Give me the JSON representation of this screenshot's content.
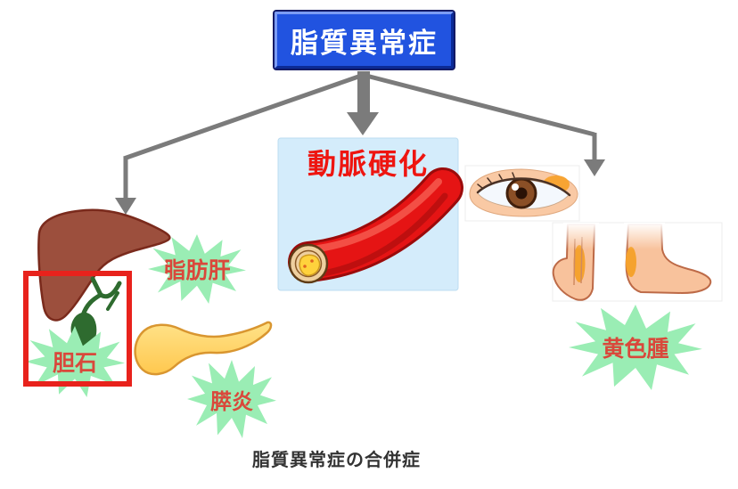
{
  "page": {
    "caption": "脂質異常症の合併症",
    "background_color": "#ffffff"
  },
  "header": {
    "title": "脂質異常症",
    "box_color": "#2153e0",
    "text_color": "#ffffff"
  },
  "branches": {
    "liver_group": {
      "fatty_liver_label": "脂肪肝",
      "gallstone_label": "胆石",
      "highlight_box_color": "#e8221c"
    },
    "pancreas_group": {
      "pancreatitis_label": "膵炎"
    },
    "artery_group": {
      "label": "動脈硬化",
      "label_color": "#ee1510",
      "panel_color": "#d4ecfb"
    },
    "xanthoma_group": {
      "label": "黄色腫"
    }
  },
  "icons": {
    "arrow_down": "gray branching arrows from title to three complication groups",
    "liver": "brown liver illustration",
    "gallbladder": "green gallbladder illustration",
    "pancreas": "yellow pancreas illustration",
    "artery": "red blood vessel with yellow plaque cross-section",
    "eye": "eye with orange xanthelasma patch",
    "feet": "two heels with orange achilles tendon xanthoma"
  },
  "colors": {
    "arrow": "#7b7b7b",
    "starburst": "#9aedb4",
    "starburst_label": "#d9483b",
    "liver": "#9c4f3d",
    "gallbladder": "#2e6b2f",
    "pancreas": "#ffd45e",
    "vessel": "#e51414",
    "plaque": "#ffd23c",
    "skin": "#f8c29c",
    "xanthoma_patch": "#f5a22e"
  }
}
